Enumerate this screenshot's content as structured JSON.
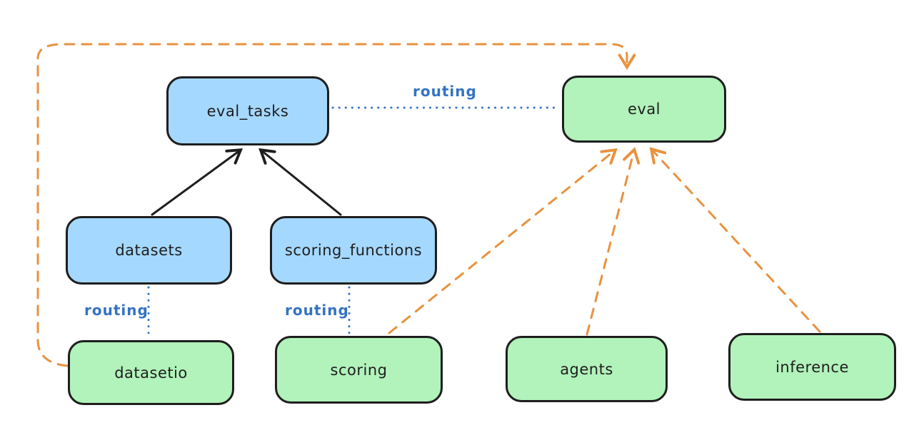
{
  "colors": {
    "background": "#ffffff",
    "node_border": "#1e1e1e",
    "blue_node_fill": "#a5d8ff",
    "green_node_fill": "#b2f2bb",
    "black_arrow": "#1e1e1e",
    "orange_arrow": "#e8923f",
    "routing_blue": "#3473c2"
  },
  "nodes": [
    {
      "id": "eval_tasks",
      "label": "eval_tasks",
      "fill": "blue"
    },
    {
      "id": "eval",
      "label": "eval",
      "fill": "green"
    },
    {
      "id": "datasets",
      "label": "datasets",
      "fill": "blue"
    },
    {
      "id": "scoring_functions",
      "label": "scoring_functions",
      "fill": "blue"
    },
    {
      "id": "datasetio",
      "label": "datasetio",
      "fill": "green"
    },
    {
      "id": "scoring",
      "label": "scoring",
      "fill": "green"
    },
    {
      "id": "agents",
      "label": "agents",
      "fill": "green"
    },
    {
      "id": "inference",
      "label": "inference",
      "fill": "green"
    }
  ],
  "edges": [
    {
      "from": "datasets",
      "to": "eval_tasks",
      "style": "solid",
      "color": "black"
    },
    {
      "from": "scoring_functions",
      "to": "eval_tasks",
      "style": "solid",
      "color": "black"
    },
    {
      "from": "eval_tasks",
      "to": "eval",
      "style": "dotted",
      "color": "blue",
      "label": "routing"
    },
    {
      "from": "datasets",
      "to": "datasetio",
      "style": "dotted",
      "color": "blue",
      "label": "routing"
    },
    {
      "from": "scoring_functions",
      "to": "scoring",
      "style": "dotted",
      "color": "blue",
      "label": "routing"
    },
    {
      "from": "datasetio",
      "to": "eval",
      "style": "dashed",
      "color": "orange"
    },
    {
      "from": "scoring",
      "to": "eval",
      "style": "dashed",
      "color": "orange"
    },
    {
      "from": "agents",
      "to": "eval",
      "style": "dashed",
      "color": "orange"
    },
    {
      "from": "inference",
      "to": "eval",
      "style": "dashed",
      "color": "orange"
    }
  ]
}
